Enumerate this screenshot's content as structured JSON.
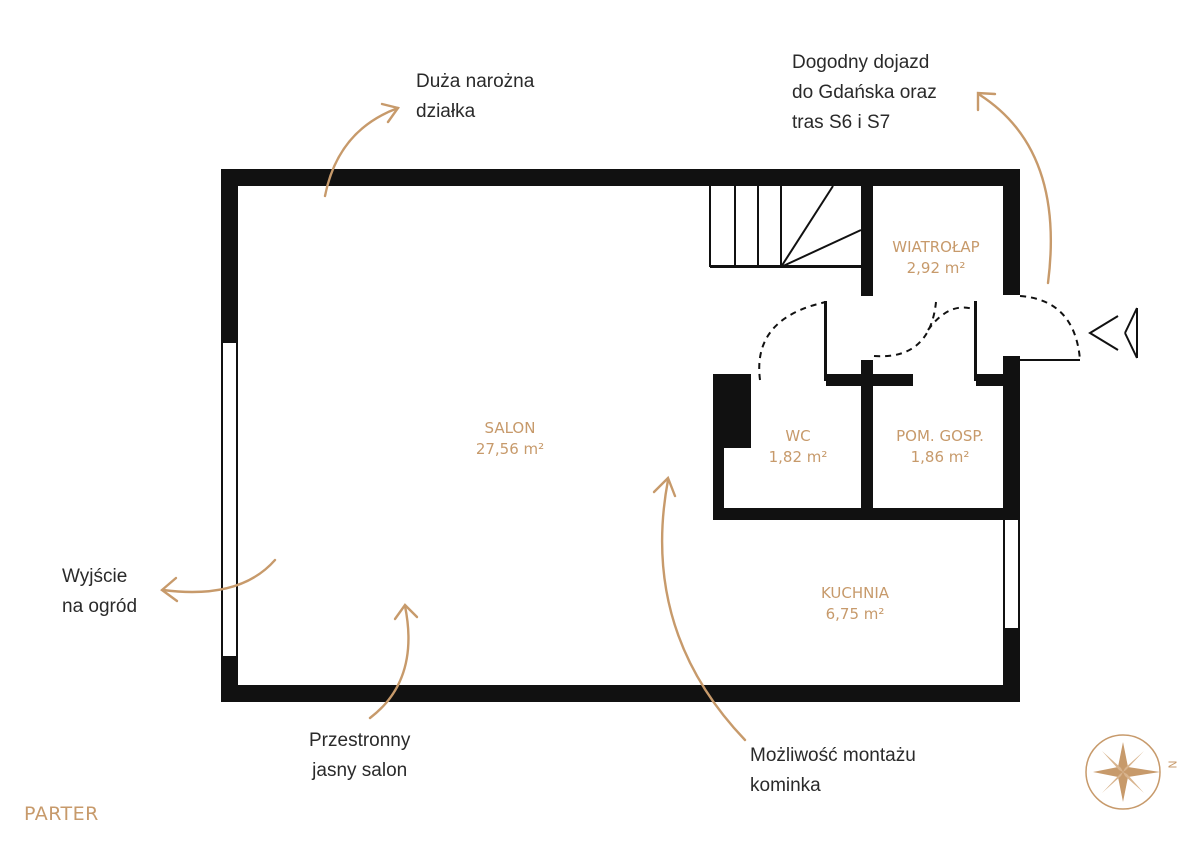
{
  "floor_label": "PARTER",
  "rooms": {
    "salon": {
      "name": "SALON",
      "area": "27,56 m²"
    },
    "wiatrolap": {
      "name": "WIATROŁAP",
      "area": "2,92 m²"
    },
    "wc": {
      "name": "WC",
      "area": "1,82 m²"
    },
    "pom_gosp": {
      "name": "POM. GOSP.",
      "area": "1,86 m²"
    },
    "kuchnia": {
      "name": "KUCHNIA",
      "area": "6,75 m²"
    }
  },
  "callouts": {
    "corner_plot": [
      "Duża narożna",
      "działka"
    ],
    "access": [
      "Dogodny dojazd",
      "do Gdańska oraz",
      "tras S6 i S7"
    ],
    "garden_exit": [
      "Wyjście",
      "na ogród"
    ],
    "living_room": [
      "Przestronny",
      "jasny salon"
    ],
    "fireplace": [
      "Możliwość montażu",
      "kominka"
    ]
  },
  "compass": {
    "letter": "N",
    "icon": "compass-rose-icon"
  },
  "colors": {
    "wall": "#111111",
    "accent": "#c79a6b",
    "text": "#2a2a2a"
  }
}
